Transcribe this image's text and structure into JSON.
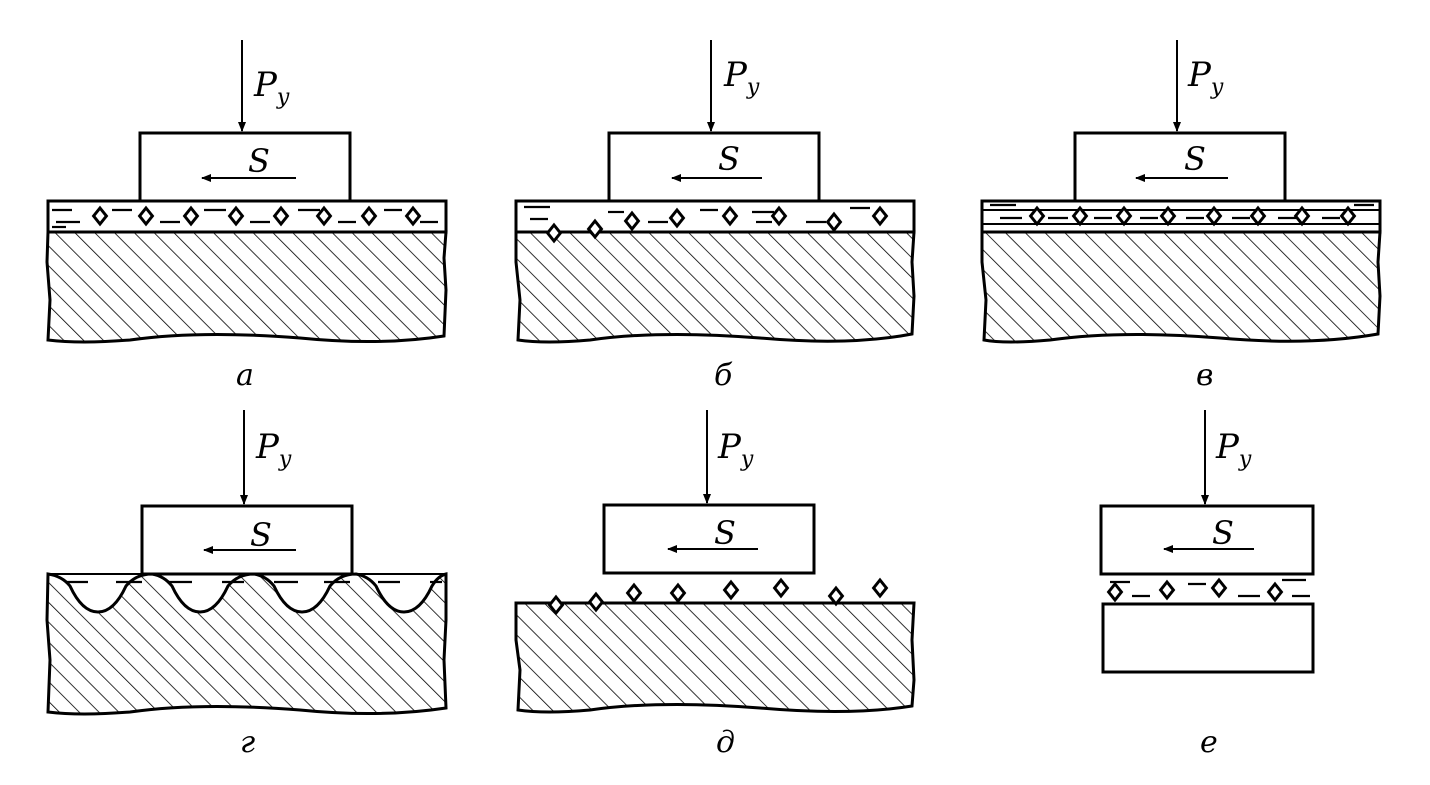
{
  "diagram": {
    "force_symbol": "P",
    "force_subscript": "y",
    "feed_symbol": "S",
    "panels": [
      {
        "id": "a",
        "caption": "а",
        "variant": "film-grains-embedded"
      },
      {
        "id": "b",
        "caption": "б",
        "variant": "film-grains-in-workpiece"
      },
      {
        "id": "v",
        "caption": "в",
        "variant": "two-films-grains-between"
      },
      {
        "id": "g",
        "caption": "г",
        "variant": "wavy-surface"
      },
      {
        "id": "d",
        "caption": "д",
        "variant": "loose-grains"
      },
      {
        "id": "e",
        "caption": "е",
        "variant": "two-blocks"
      }
    ]
  }
}
